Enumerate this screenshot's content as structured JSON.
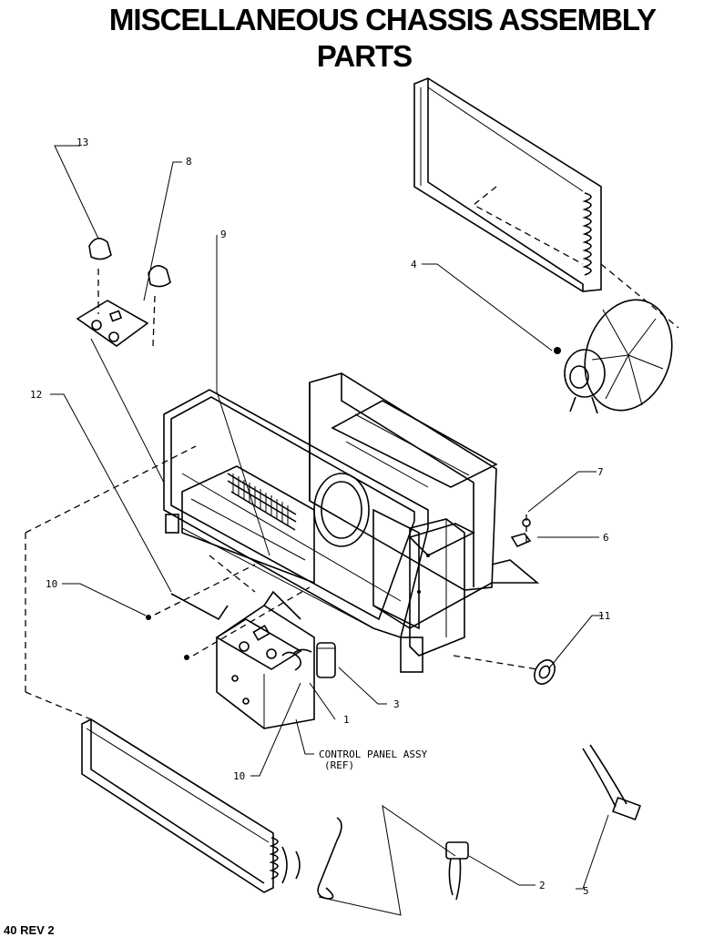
{
  "title": {
    "line1": "MISCELLANEOUS CHASSIS ASSEMBLY",
    "line2": "PARTS"
  },
  "callouts": {
    "c1": "1",
    "c2": "2",
    "c3": "3",
    "c4": "4",
    "c5": "5",
    "c6": "6",
    "c7": "7",
    "c8": "8",
    "c9": "9",
    "c10a": "10",
    "c10b": "10",
    "c11": "11",
    "c12": "12",
    "c13": "13",
    "control_panel_1": "CONTROL PANEL ASSY",
    "control_panel_2": "(REF)"
  },
  "footer": "40 REV 2"
}
